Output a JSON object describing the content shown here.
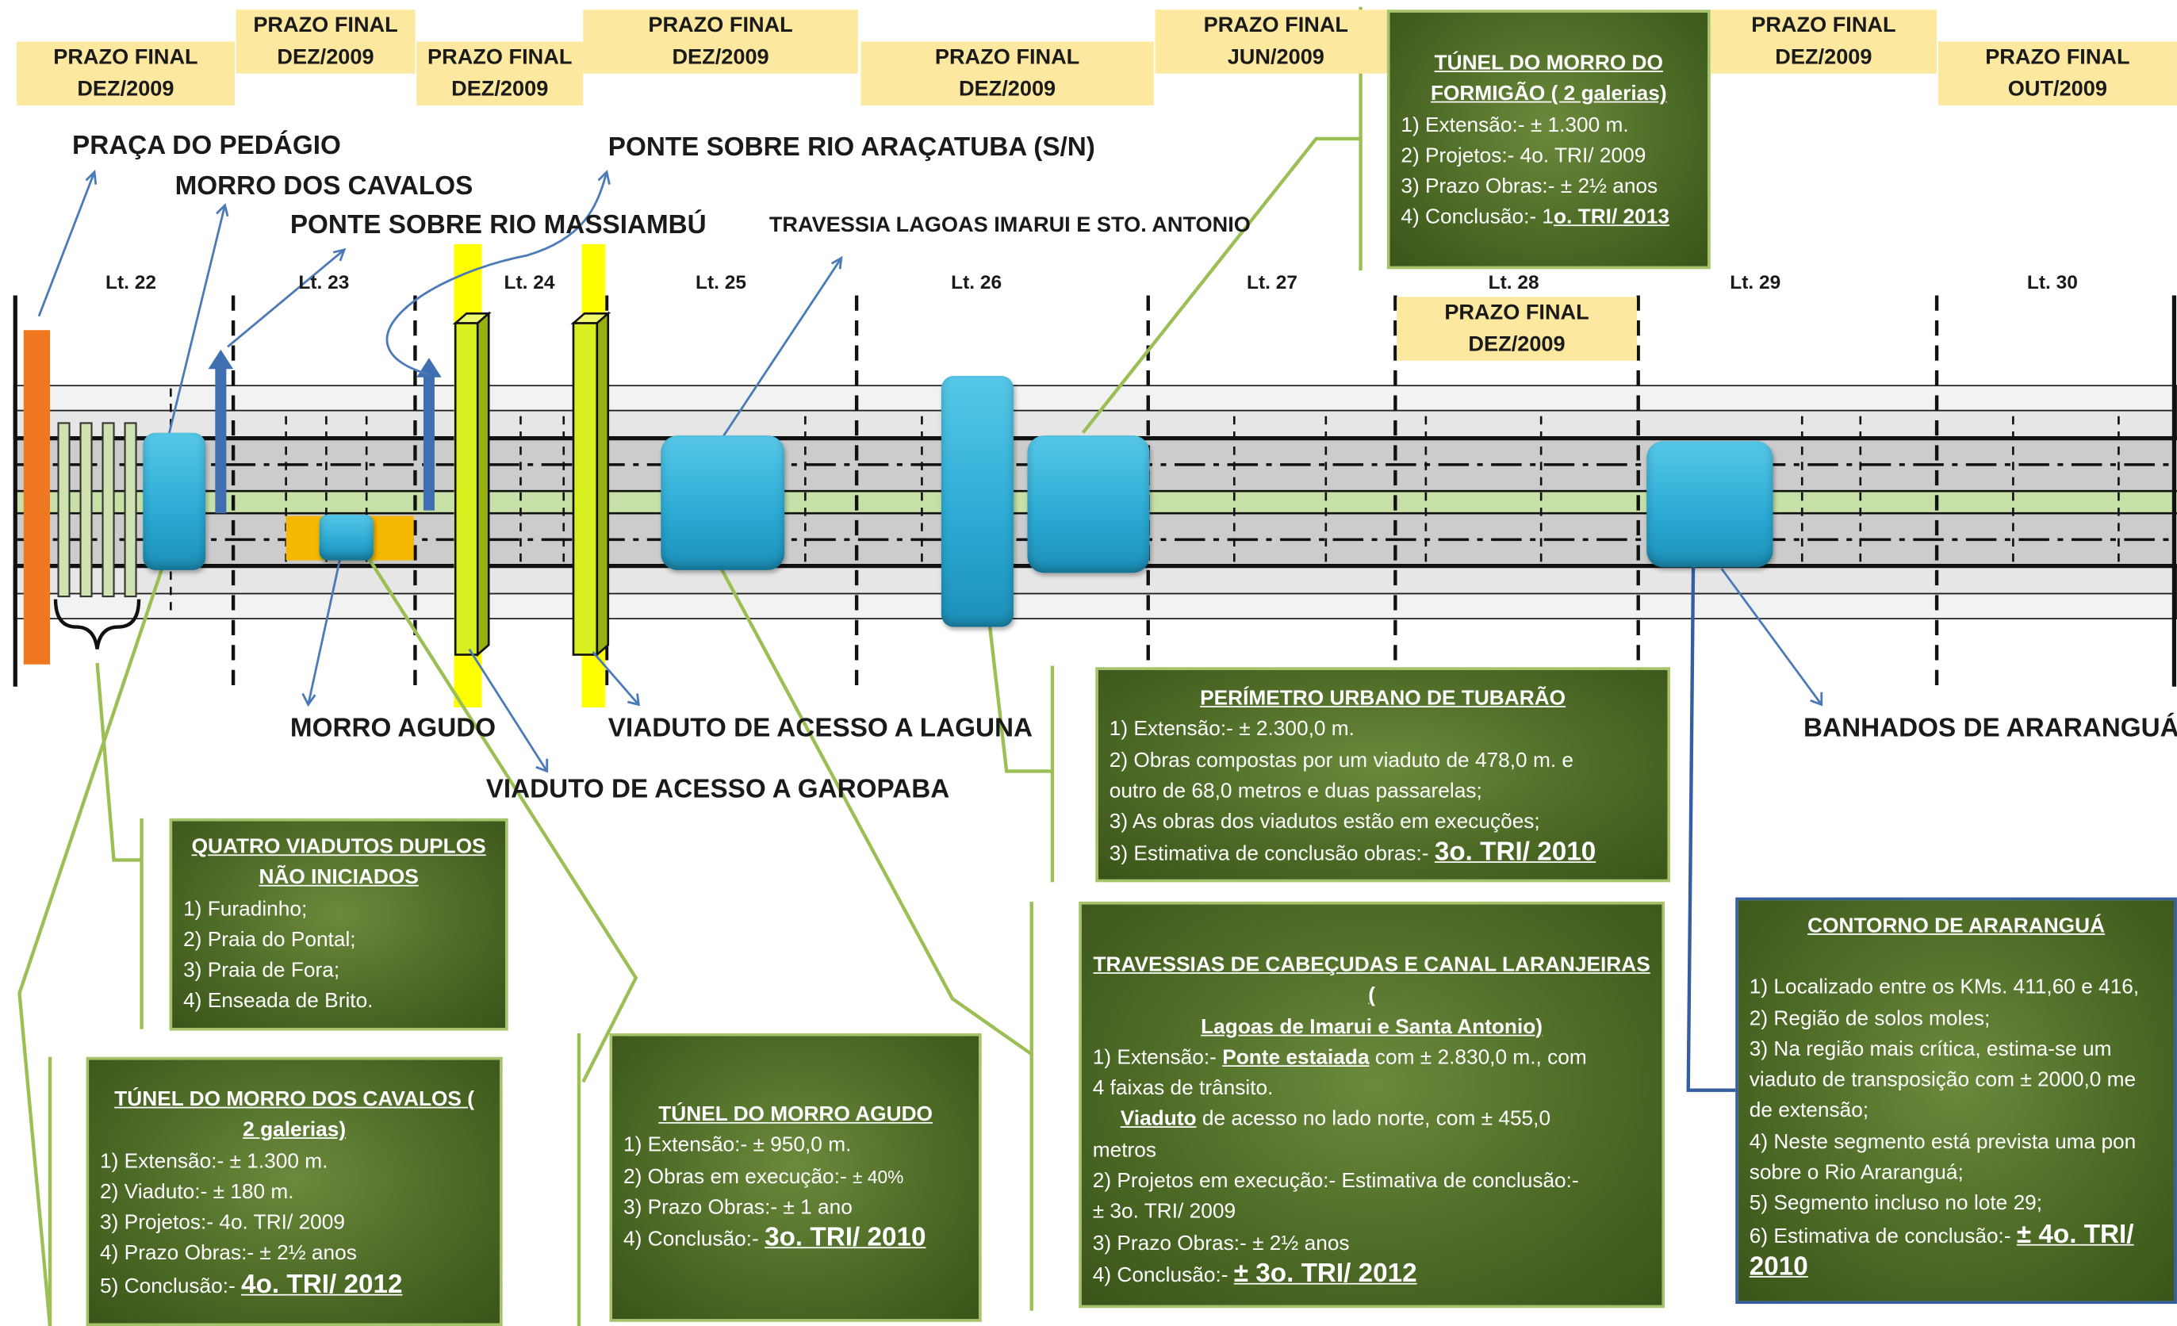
{
  "deadlines": {
    "d1": {
      "line1": "PRAZO FINAL",
      "line2": "DEZ/2009"
    },
    "d2": {
      "line1": "PRAZO FINAL",
      "line2": "DEZ/2009"
    },
    "d3": {
      "line1": "PRAZO FINAL",
      "line2": "DEZ/2009"
    },
    "d4": {
      "line1": "PRAZO FINAL",
      "line2": "DEZ/2009"
    },
    "d5": {
      "line1": "PRAZO FINAL",
      "line2": "DEZ/2009"
    },
    "d6": {
      "line1": "PRAZO FINAL",
      "line2": "JUN/2009"
    },
    "d7": {
      "line1": "PRAZO FINAL",
      "line2": "DEZ/2009"
    },
    "d8": {
      "line1": "PRAZO FINAL",
      "line2": "OUT/2009"
    },
    "d9": {
      "line1": "PRAZO FINAL",
      "line2": "DEZ/2009"
    }
  },
  "places": {
    "praca": "PRAÇA DO PEDÁGIO",
    "morro_cavalos": "MORRO DOS CAVALOS",
    "ponte_massiambu": "PONTE SOBRE RIO MASSIAMBÚ",
    "ponte_aracatuba": "PONTE SOBRE RIO ARAÇATUBA (S/N)",
    "travessia": "TRAVESSIA LAGOAS IMARUI E STO. ANTONIO",
    "morro_agudo": "MORRO AGUDO",
    "viaduto_laguna": "VIADUTO DE ACESSO A LAGUNA",
    "viaduto_garopaba": "VIADUTO DE ACESSO A GAROPABA",
    "banhados": "BANHADOS DE ARARANGUÁ"
  },
  "lots": [
    "Lt. 22",
    "Lt. 23",
    "Lt. 24",
    "Lt. 25",
    "Lt. 26",
    "Lt. 27",
    "Lt. 28",
    "Lt. 29",
    "Lt. 30"
  ],
  "boxes": {
    "formigao": {
      "title1": "TÚNEL DO MORRO DO",
      "title2": "FORMIGÃO ( 2 galerias)",
      "l1": "1) Extensão:- ± 1.300 m.",
      "l2": "2) Projetos:- 4o. TRI/ 2009",
      "l3": "3) Prazo Obras:- ± 2½ anos",
      "l4a": "4) Conclusão:- 1",
      "l4b": "o. TRI/ 2013"
    },
    "viadutos": {
      "title1": "QUATRO VIADUTOS DUPLOS",
      "title2": "NÃO INICIADOS",
      "l1": "1) Furadinho;",
      "l2": "2) Praia do Pontal;",
      "l3": "3) Praia de Fora;",
      "l4": "4) Enseada de Brito."
    },
    "cavalos": {
      "title1": "TÚNEL DO MORRO DOS CAVALOS (",
      "title2": "2 galerias)",
      "l1": "1) Extensão:- ± 1.300 m.",
      "l2": "2) Viaduto:- ± 180 m.",
      "l3": "3) Projetos:- 4o. TRI/ 2009",
      "l4": "4) Prazo Obras:- ± 2½ anos",
      "l5a": "5) Conclusão:- ",
      "l5b": "4o. TRI/ 2012"
    },
    "agudo": {
      "title": "TÚNEL DO MORRO AGUDO",
      "l1": "1) Extensão:- ± 950,0 m.",
      "l2a": "2) Obras em execução:-   ",
      "l2b": "± 40%",
      "l3": "3) Prazo Obras:- ± 1 ano",
      "l4a": "4) Conclusão:- ",
      "l4b": "3o. TRI/ 2010"
    },
    "tubarao": {
      "title": "PERÍMETRO URBANO DE TUBARÃO",
      "l1": "1) Extensão:- ± 2.300,0 m.",
      "l2": "2) Obras  compostas por um viaduto de 478,0 m. e",
      "l2b": "outro de 68,0 metros  e duas passarelas;",
      "l3": "3) As obras dos viadutos estão em execuções;",
      "l4a": "3) Estimativa de conclusão obras:-  ",
      "l4b": "3o. TRI/ 2010"
    },
    "cabecudas": {
      "title1": "TRAVESSIAS DE CABEÇUDAS E CANAL LARANJEIRAS (",
      "title2": "Lagoas de Imarui e Santa Antonio)",
      "l1a": "1) Extensão:- ",
      "l1b": "Ponte estaiada",
      "l1c": " com ± 2.830,0 m., com",
      "l1d": "4 faixas de trânsito.",
      "l2a": "Viaduto",
      "l2b": " de acesso no lado norte, com ± 455,0",
      "l2c": "metros",
      "l3": "2) Projetos em execução:-  Estimativa de conclusão:-",
      "l3b": "± 3o. TRI/ 2009",
      "l4": "3) Prazo Obras:- ±  2½ anos",
      "l5a": "4) Conclusão:- ",
      "l5b": "± 3o. TRI/ 2012"
    },
    "ararangua": {
      "title": "CONTORNO DE ARARANGUÁ",
      "l1": "1) Localizado entre os KMs. 411,60 e 416,",
      "l2": "2) Região de solos moles;",
      "l3": "3) Na região mais crítica, estima-se um",
      "l3b": "viaduto de transposição com ± 2000,0 me",
      "l3c": "de extensão;",
      "l4": "4) Neste segmento está prevista uma pon",
      "l4b": "sobre o Rio Araranguá;",
      "l5": "5) Segmento incluso no lote 29;",
      "l6a": "6) Estimativa de conclusão:- ",
      "l6b": "± 4o. TRI/",
      "l6c": "2010"
    }
  },
  "colors": {
    "prazo_bg": "#fde8a0",
    "box_green": "#4d6b26",
    "box_border": "#a6c36a",
    "cyan": "#2aa9d3",
    "yellow": "#ffff00",
    "lime": "#d8f020",
    "orange": "#f07820",
    "gold": "#f5b800",
    "lane_green": "#c6e0a8",
    "arrow_blue": "#4a7ab8"
  }
}
